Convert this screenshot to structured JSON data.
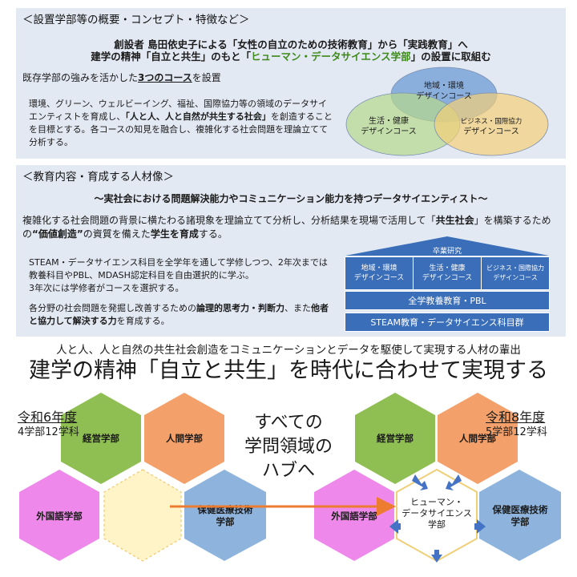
{
  "section1": {
    "title": "＜設置学部等の概要・コンセプト・特徴など＞",
    "headline1": "創設者 島田依史子による「女性の自立のための技術教育」から「実践教育」へ",
    "headline2_pre": "建学の精神「自立と共生」のもと「",
    "headline2_green": "ヒューマン・データサイエンス学部",
    "headline2_post": "」の設置に取組む",
    "courses_pre": "既存学部の強みを活かした",
    "courses_bold": "3つのコース",
    "courses_post": "を設置",
    "desc_part1": "環境、グリーン、ウェルビーイング、福祉、国際協力等の領域のデータサイエンティストを育成し、",
    "desc_bold": "「人と人、人と自然が共生する社会」",
    "desc_part2": "を創造することを目標とする。各コースの知見を融合し、複雑化する社会問題を理論立てて分析する。",
    "venn": {
      "top_line1": "地域・環境",
      "top_line2": "デザインコース",
      "left_line1": "生活・健康",
      "left_line2": "デザインコース",
      "right_line1": "ビジネス・国際協力",
      "right_line2": "デザインコース",
      "colors": {
        "top": "#6e9bd6",
        "left": "#b7d98b",
        "right": "#f3cf77"
      }
    }
  },
  "section2": {
    "title": "＜教育内容・育成する人材像＞",
    "subtitle": "～実社会における問題解決能力やコミュニケーション能力を持つデータサイエンティスト～",
    "para_part1": "複雑化する社会問題の背景に横たわる諸現象を理論立てて分析し、分析結果を現場で活用して「",
    "para_bold1": "共生社会",
    "para_part2": "」を構築するための",
    "para_bold2": "“価値創造”",
    "para_part3": "の資質を備えた",
    "para_bold3": "学生を育成",
    "para_part4": "する。",
    "steam_text1": "STEAM・データサイエンス科目を全学年を通して学修しつつ、2年次までは教養科目やPBL、MDASH認定科目を自由選択的に学ぶ。",
    "steam_text2": "3年次には学修者がコースを選択する。",
    "ability_pre": "各分野の社会問題を発掘し改善するための",
    "ability_bold1": "論理的思考力・判断力",
    "ability_mid": "、また",
    "ability_bold2": "他者と協力して解決する力",
    "ability_post": "を育成する。",
    "pyramid": {
      "top": "卒業研究",
      "course1_l1": "地域・環境",
      "course1_l2": "デザインコース",
      "course2_l1": "生活・健康",
      "course2_l2": "デザインコース",
      "course3_l1": "ビジネス・国際協力",
      "course3_l2": "デザインコース",
      "mid": "全学教養教育・PBL",
      "bottom": "STEAM教育・データサイエンス科目群",
      "color": "#3a6eb8"
    }
  },
  "mission": {
    "line1": "人と人、人と自然の共生社会創造をコミュニケーションとデータを駆使して実現する人材の輩出",
    "line2": "建学の精神「自立と共生」を時代に合わせて実現する"
  },
  "before": {
    "year": "令和6年度",
    "count": "4学部12学科",
    "hex_business": "経営学部",
    "hex_human": "人間学部",
    "hex_foreign": "外国語学部",
    "hex_health_l1": "保健医療技術",
    "hex_health_l2": "学部"
  },
  "center_text": {
    "line1": "すべての",
    "line2": "学問領域の",
    "line3": "ハブへ"
  },
  "after": {
    "year": "令和8年度",
    "count": "5学部12学科",
    "hex_business": "経営学部",
    "hex_human": "人間学部",
    "hex_foreign": "外国語学部",
    "hex_health_l1": "保健医療技術",
    "hex_health_l2": "学部",
    "hex_hds_l1": "ヒューマン・",
    "hex_hds_l2": "データサイエンス",
    "hex_hds_l3": "学部"
  },
  "colors": {
    "hex_green": "#8fbe52",
    "hex_orange": "#f4a06a",
    "hex_pink": "#ee88ea",
    "hex_blue": "#8eb4de",
    "hex_empty": "#fff3c8",
    "arrow_orange": "#ec7c30",
    "arrow_blue": "#4472c4",
    "panel_bg": "#e3e9f3"
  }
}
